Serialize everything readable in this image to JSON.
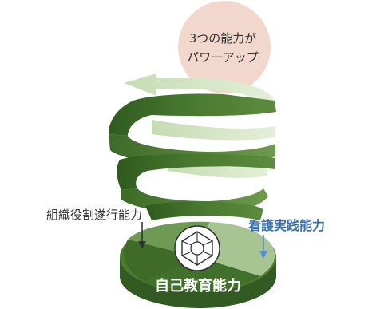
{
  "bubble": {
    "line1": "3つの能力が",
    "line2": "パワーアップ"
  },
  "labels": {
    "left": "組織役割遂行能力",
    "right": "看護実践能力",
    "core": "自己教育能力"
  },
  "colors": {
    "dark_green": "#3f6a2a",
    "mid_green": "#5b8a3c",
    "light_green": "#c9dcb6",
    "bubble_fill": "#f2d8cc",
    "right_label": "#3d6fa8",
    "arrow_left": "#333333",
    "arrow_right": "#5b8fcf"
  }
}
